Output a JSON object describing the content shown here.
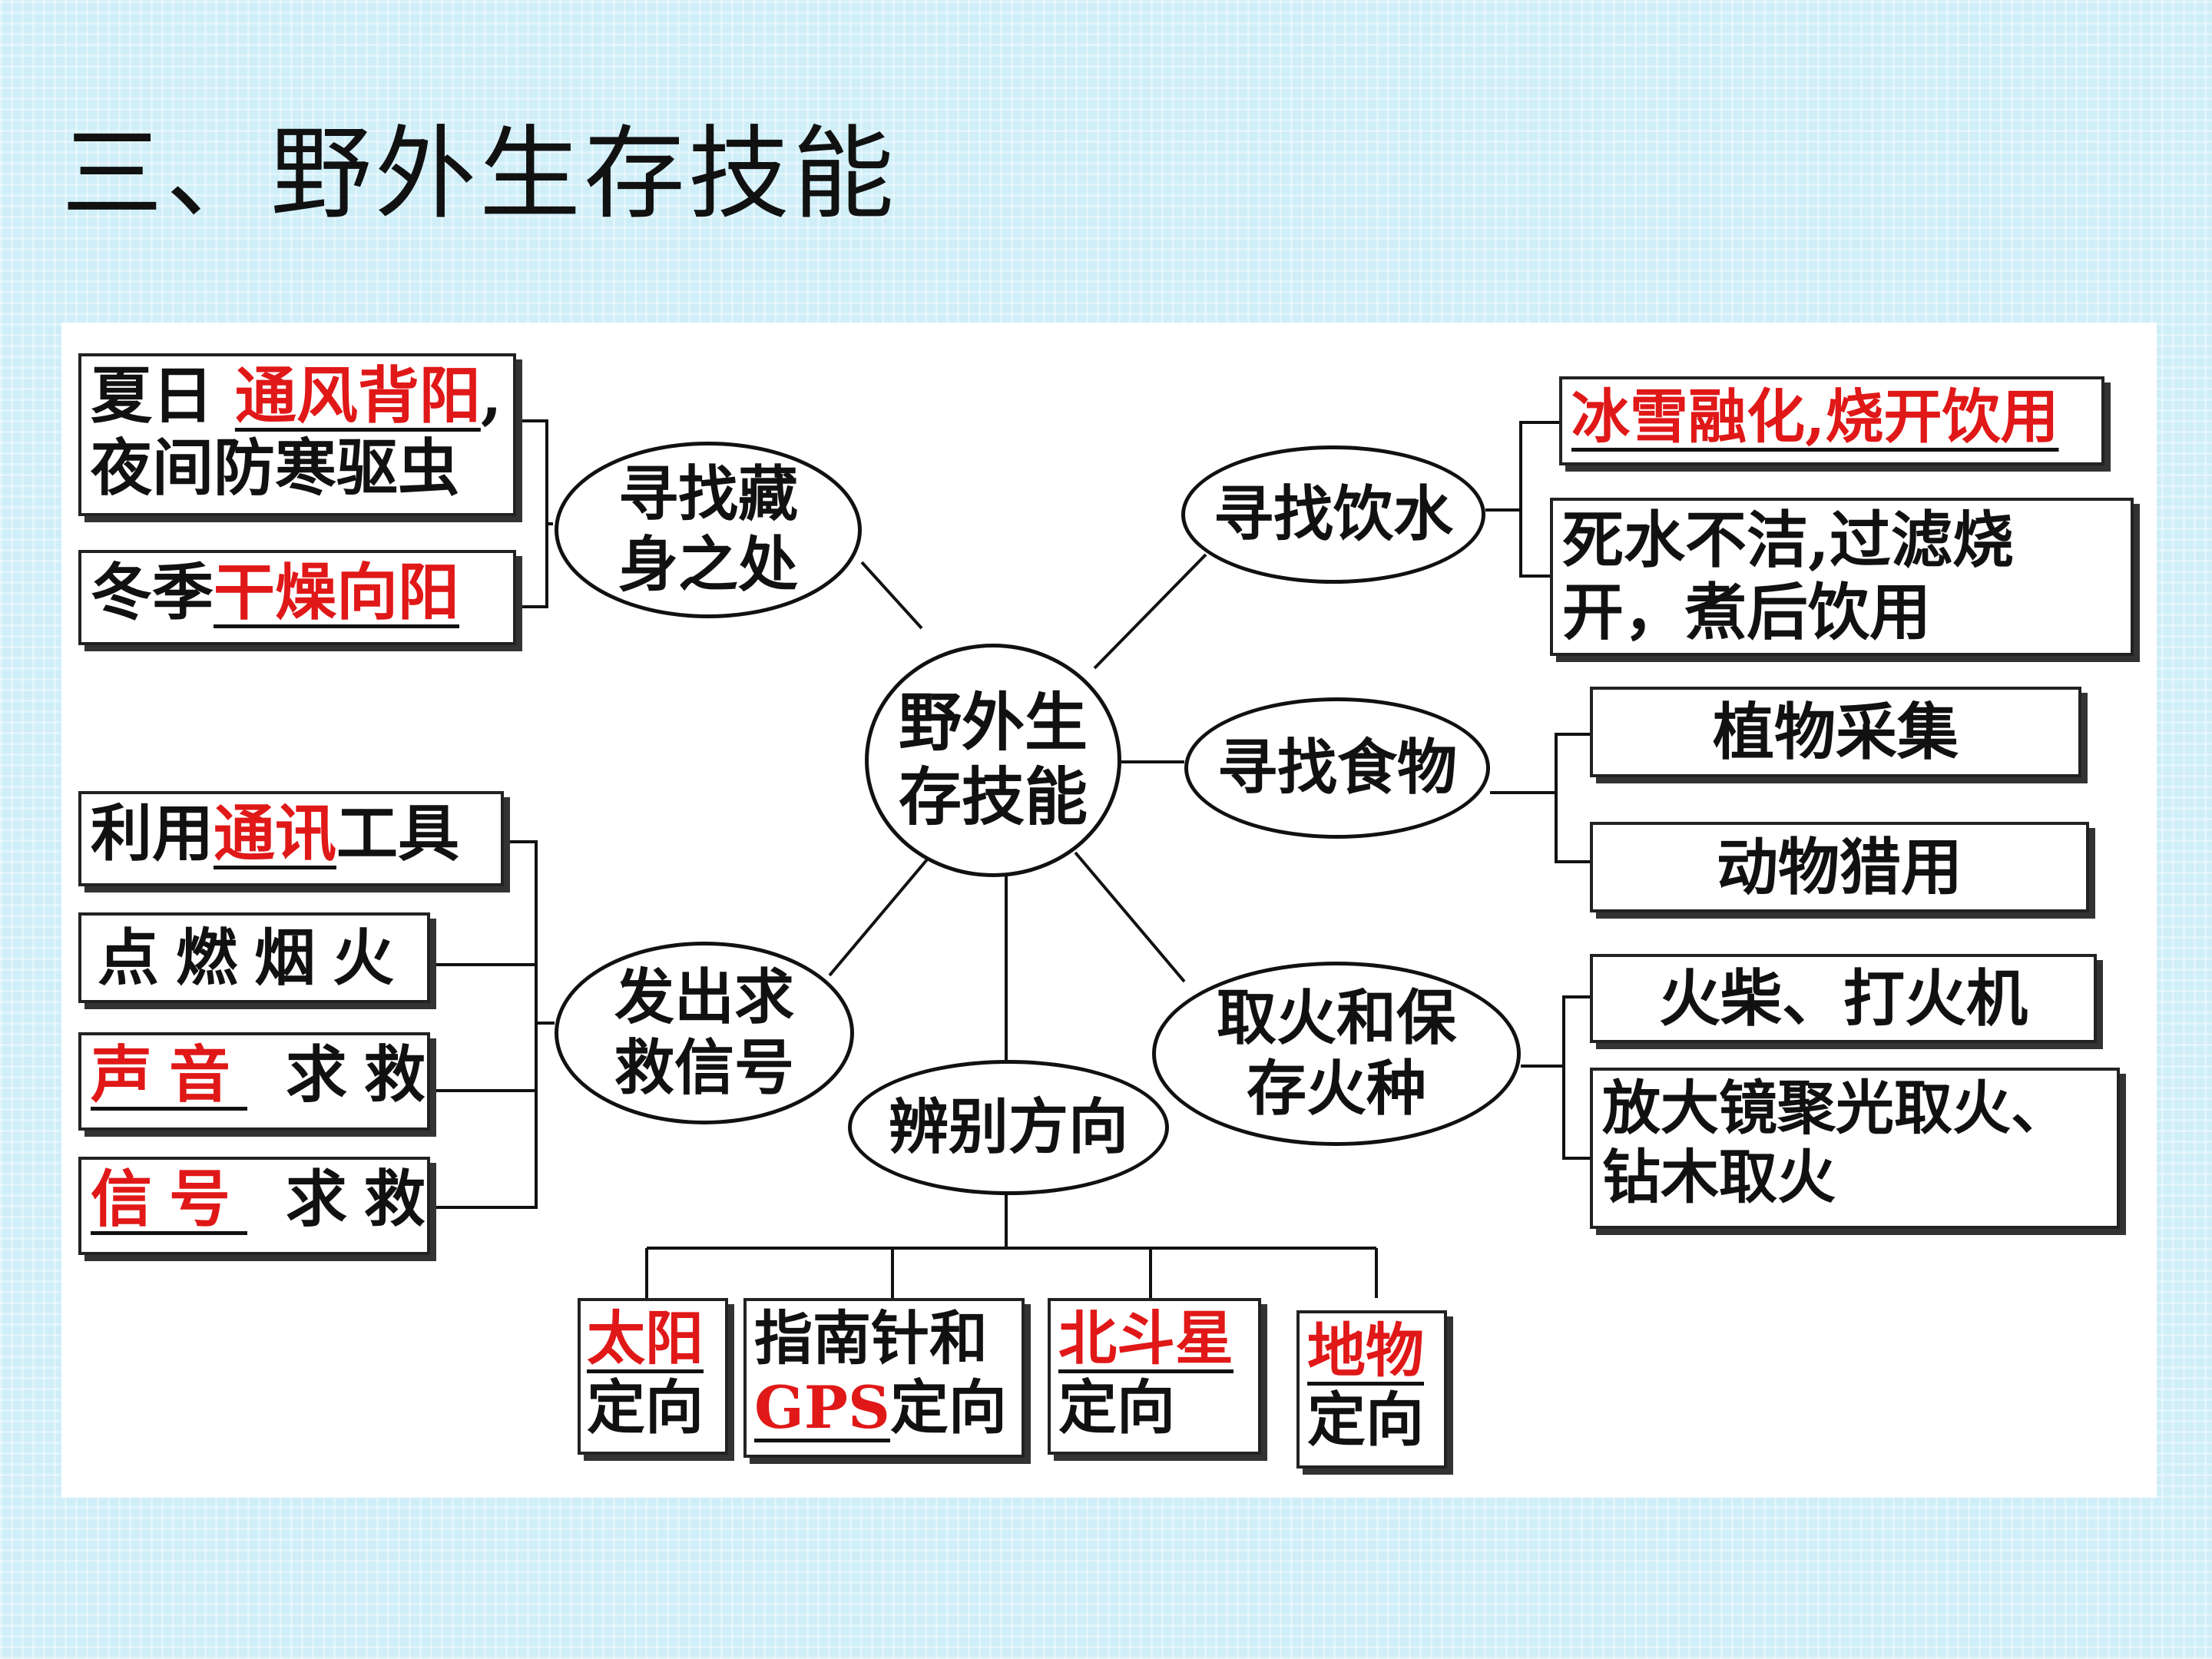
{
  "title": "三、野外生存技能",
  "center": "野外生存技能",
  "center_lines": [
    "野外生",
    "存技能"
  ],
  "topics": {
    "shelter": [
      "寻找藏",
      "身之处"
    ],
    "water": [
      "寻找饮水"
    ],
    "food": [
      "寻找食物"
    ],
    "fire": [
      "取火和保",
      "存火种"
    ],
    "signal": [
      "发出求",
      "救信号"
    ],
    "direction": [
      "辨别方向"
    ]
  },
  "shelter": {
    "summer_prefix": "夏日",
    "summer_answer": "通风背阳",
    "summer_comma": ",",
    "summer_line2": "夜间防寒驱虫",
    "winter_prefix": "冬季",
    "winter_answer": "干燥向阳"
  },
  "water": {
    "snow_answer": "冰雪融化,烧开饮用",
    "dead_line1": "死水不洁,过滤烧",
    "dead_line2": "开，煮后饮用"
  },
  "food": {
    "plant": "植物采集",
    "animal": "动物猎用"
  },
  "fire": {
    "match": "火柴、打火机",
    "lens_line1": "放大镜聚光取火、",
    "lens_line2": "钻木取火"
  },
  "signal": {
    "tool_prefix": "利用",
    "tool_answer": "通讯",
    "tool_suffix": "工具",
    "smoke": "点燃烟火",
    "sound_answer": "声音",
    "sound_suffix": "求救",
    "sign_answer": "信号",
    "sign_suffix": "求救"
  },
  "direction": {
    "sun_answer": "太阳",
    "sun_suffix": "定向",
    "compass_line1": "指南针和",
    "compass_answer": "GPS",
    "compass_suffix": "定向",
    "star_answer": "北斗星",
    "star_suffix": "定向",
    "landmark_answer": "地物",
    "landmark_suffix": "定向"
  },
  "colors": {
    "answer": "#e01818",
    "text": "#111111",
    "panel": "#ffffff",
    "background": "#cfeef8"
  }
}
